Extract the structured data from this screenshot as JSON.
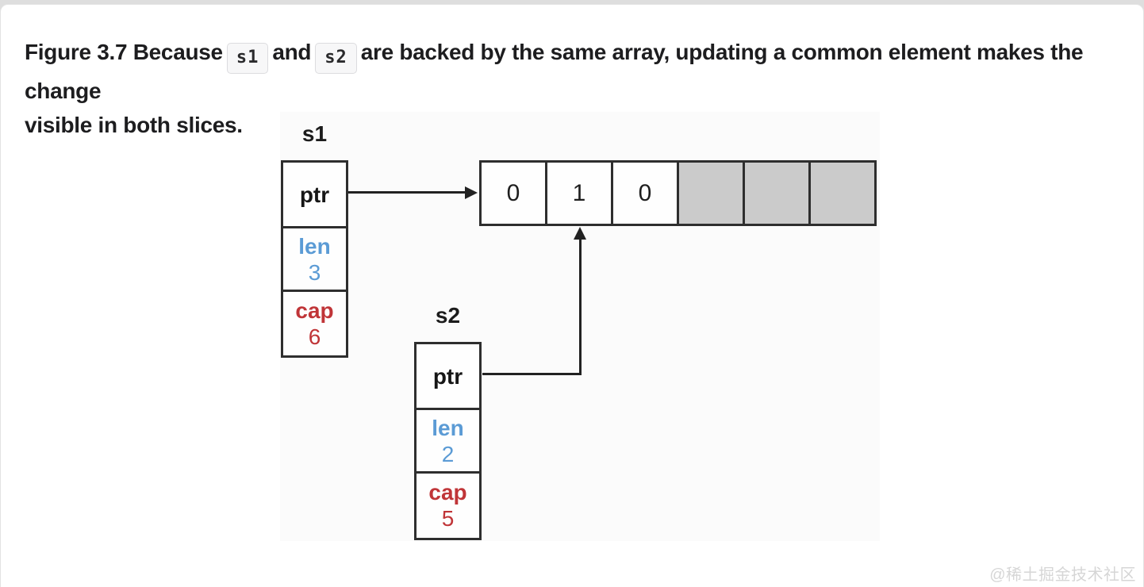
{
  "caption": {
    "text_before": "Figure 3.7 Because",
    "code_s1": "s1",
    "text_between": "and",
    "code_s2": "s2",
    "text_after_line1": "are backed by the same array, updating a common element makes the change",
    "text_line2": "visible in both slices."
  },
  "diagram": {
    "s1": {
      "label": "s1",
      "ptr_label": "ptr",
      "len_label": "len",
      "len_value": "3",
      "cap_label": "cap",
      "cap_value": "6"
    },
    "s2": {
      "label": "s2",
      "ptr_label": "ptr",
      "len_label": "len",
      "len_value": "2",
      "cap_label": "cap",
      "cap_value": "5"
    },
    "array": {
      "values": [
        "0",
        "1",
        "0",
        "",
        "",
        ""
      ],
      "used_count": 3,
      "total_cells": 6
    },
    "colors": {
      "len_text": "#5b9bd5",
      "cap_text": "#c03538",
      "box_border": "#2e2e2e",
      "empty_cell_fill": "#cbcbcb",
      "arrow": "#222222"
    }
  },
  "watermark": "@稀土掘金技术社区"
}
